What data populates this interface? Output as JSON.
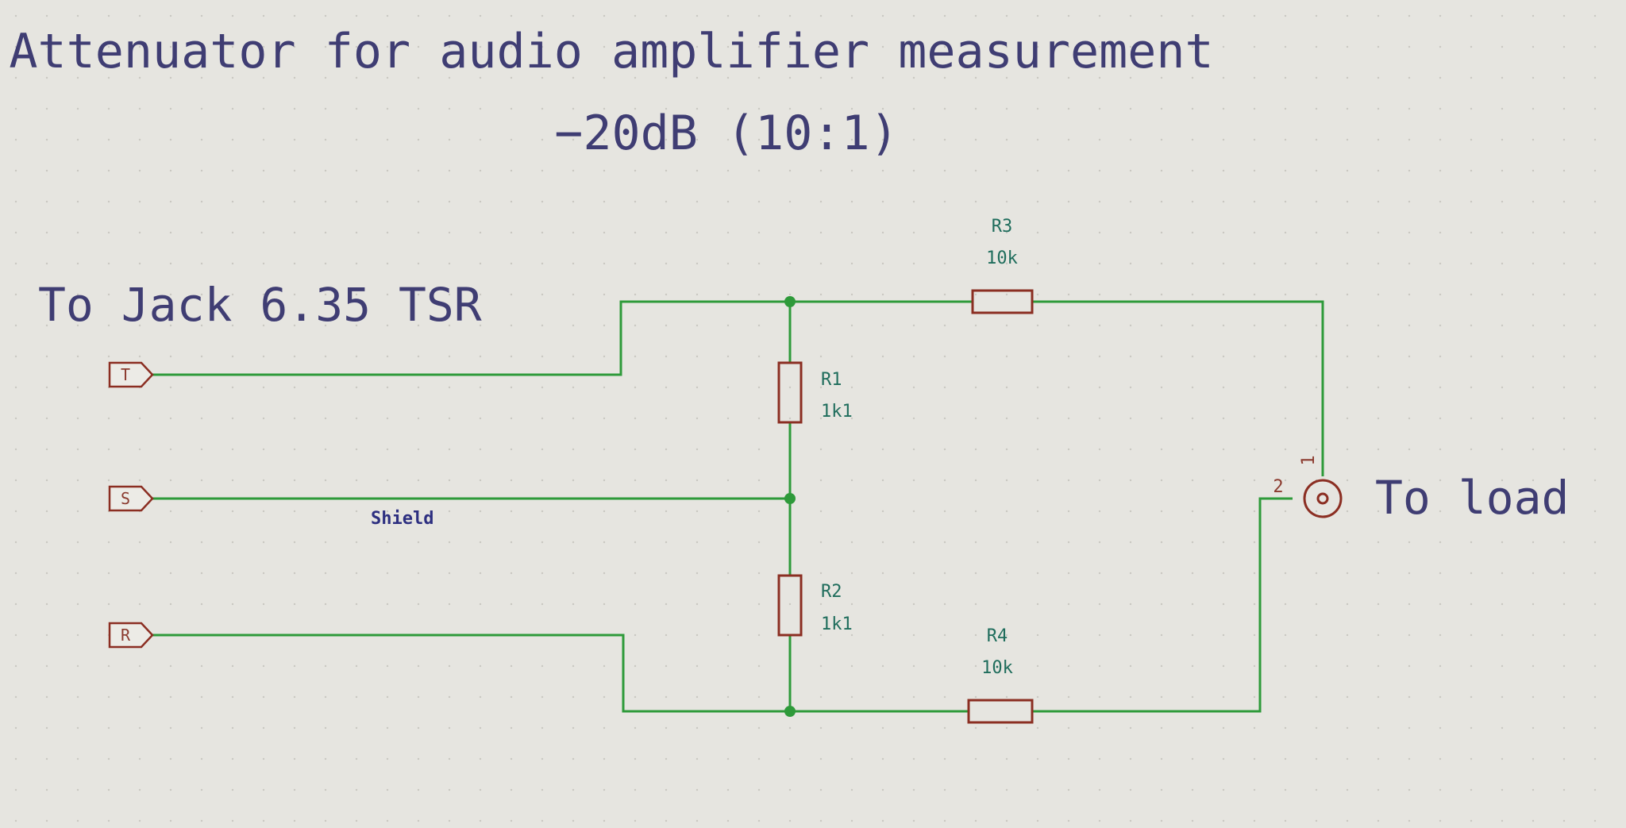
{
  "title": {
    "line1": "Attenuator for audio amplifier measurement",
    "line2": "−20dB (10:1)"
  },
  "labels": {
    "jack": "To Jack 6.35 TSR",
    "load": "To load",
    "shield_net": "Shield"
  },
  "ports": {
    "tip": "T",
    "sleeve": "S",
    "ring": "R"
  },
  "components": {
    "r1": {
      "ref": "R1",
      "value": "1k1"
    },
    "r2": {
      "ref": "R2",
      "value": "1k1"
    },
    "r3": {
      "ref": "R3",
      "value": "10k"
    },
    "r4": {
      "ref": "R4",
      "value": "10k"
    },
    "connector": {
      "pin1": "1",
      "pin2": "2"
    }
  },
  "colors": {
    "wire": "#2e9a3a",
    "component": "#8b2e22",
    "reference": "#1f6d5c",
    "title": "#3f3d73",
    "background": "#e6e5e0"
  }
}
